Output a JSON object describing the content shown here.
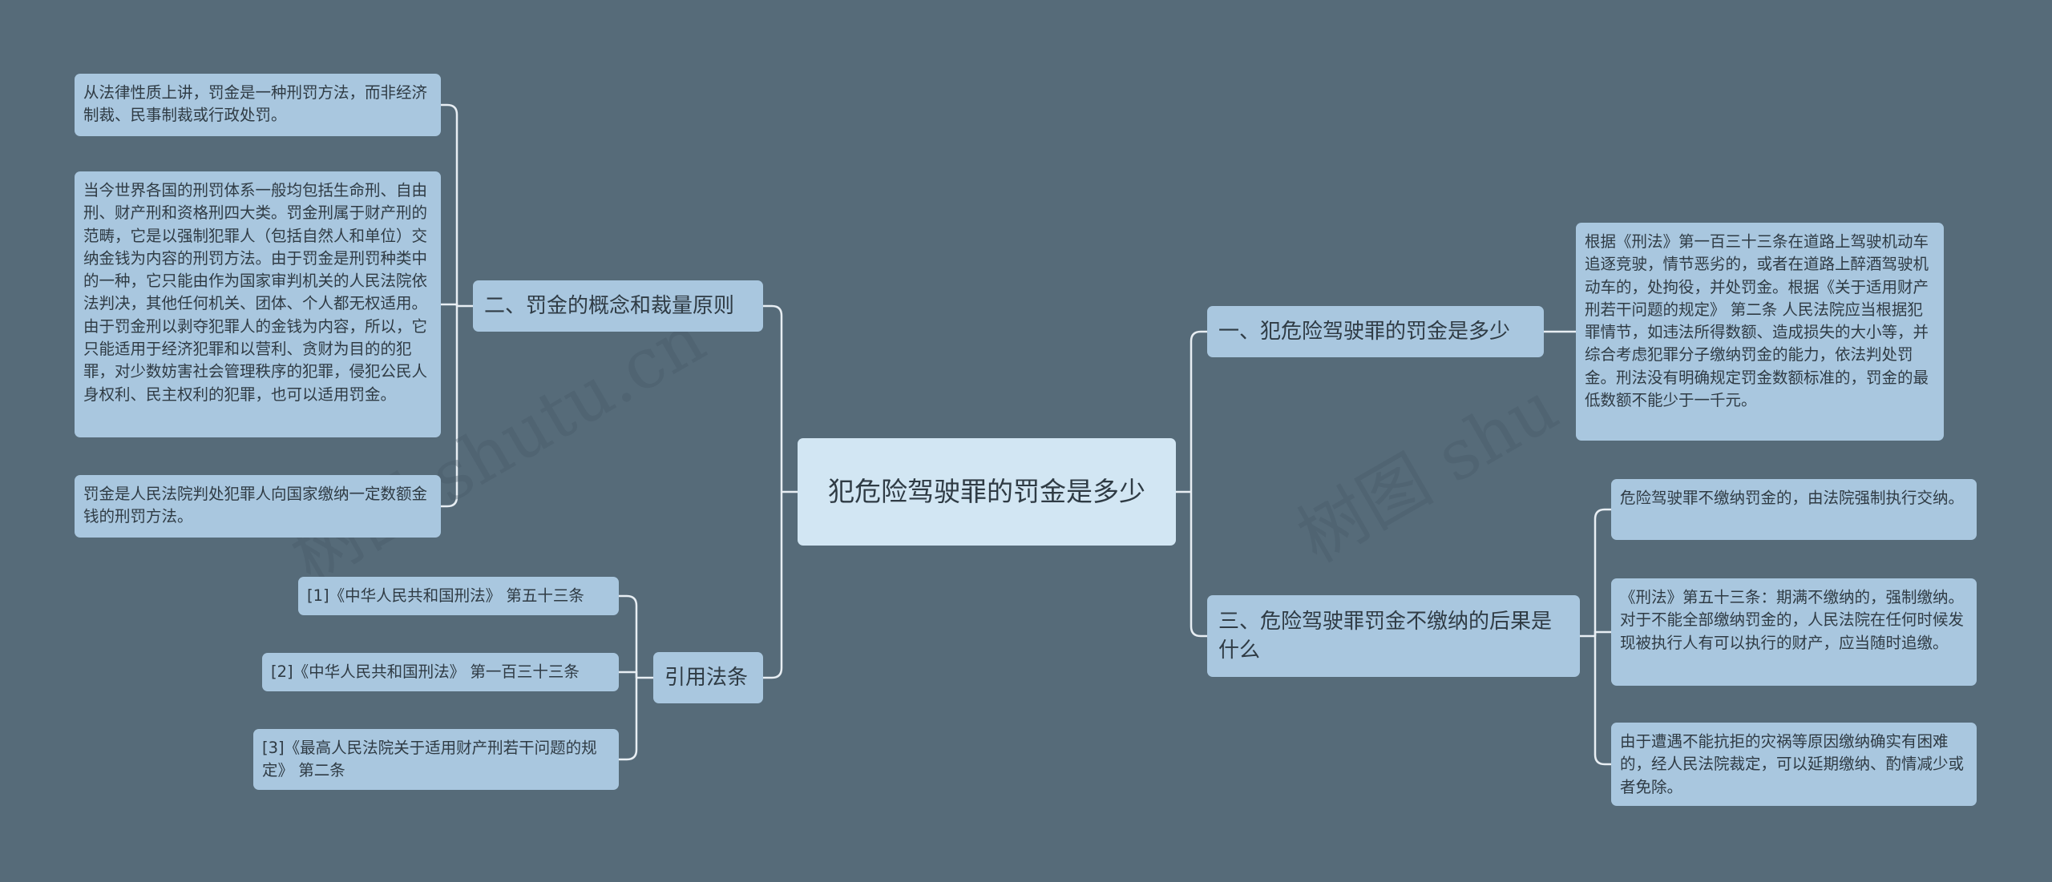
{
  "root": {
    "label": "犯危险驾驶罪的罚金是多少"
  },
  "colors": {
    "background": "#566b79",
    "node": "#a9c7df",
    "root": "#d2e6f3",
    "line": "#e8eef3"
  },
  "left": {
    "concept": {
      "label": "二、罚金的概念和裁量原则",
      "leaves": [
        "从法律性质上讲，罚金是一种刑罚方法，而非经济制裁、民事制裁或行政处罚。",
        "当今世界各国的刑罚体系一般均包括生命刑、自由刑、财产刑和资格刑四大类。罚金刑属于财产刑的范畴，它是以强制犯罪人（包括自然人和单位）交纳金钱为内容的刑罚方法。由于罚金是刑罚种类中的一种，它只能由作为国家审判机关的人民法院依法判决，其他任何机关、团体、个人都无权适用。由于罚金刑以剥夺犯罪人的金钱为内容，所以，它只能适用于经济犯罪和以营利、贪财为目的的犯罪，对少数妨害社会管理秩序的犯罪，侵犯公民人身权利、民主权利的犯罪，也可以适用罚金。",
        "罚金是人民法院判处犯罪人向国家缴纳一定数额金钱的刑罚方法。"
      ]
    },
    "refs": {
      "label": "引用法条",
      "leaves": [
        "[1]《中华人民共和国刑法》 第五十三条",
        "[2]《中华人民共和国刑法》 第一百三十三条",
        "[3]《最高人民法院关于适用财产刑若干问题的规定》 第二条"
      ]
    }
  },
  "right": {
    "fine": {
      "label": "一、犯危险驾驶罪的罚金是多少",
      "leaves": [
        "根据《刑法》第一百三十三条在道路上驾驶机动车追逐竞驶，情节恶劣的，或者在道路上醉酒驾驶机动车的，处拘役，并处罚金。根据《关于适用财产刑若干问题的规定》 第二条 人民法院应当根据犯罪情节，如违法所得数额、造成损失的大小等，并综合考虑犯罪分子缴纳罚金的能力，依法判处罚金。刑法没有明确规定罚金数额标准的，罚金的最低数额不能少于一千元。"
      ]
    },
    "consequence": {
      "label": "三、危险驾驶罪罚金不缴纳的后果是什么",
      "leaves": [
        "危险驾驶罪不缴纳罚金的，由法院强制执行交纳。",
        "《刑法》第五十三条：期满不缴纳的，强制缴纳。对于不能全部缴纳罚金的，人民法院在任何时候发现被执行人有可以执行的财产，应当随时追缴。",
        "由于遭遇不能抗拒的灾祸等原因缴纳确实有困难的，经人民法院裁定，可以延期缴纳、酌情减少或者免除。"
      ]
    }
  },
  "watermarks": [
    "树图 shutu.cn",
    "树图 shu"
  ]
}
